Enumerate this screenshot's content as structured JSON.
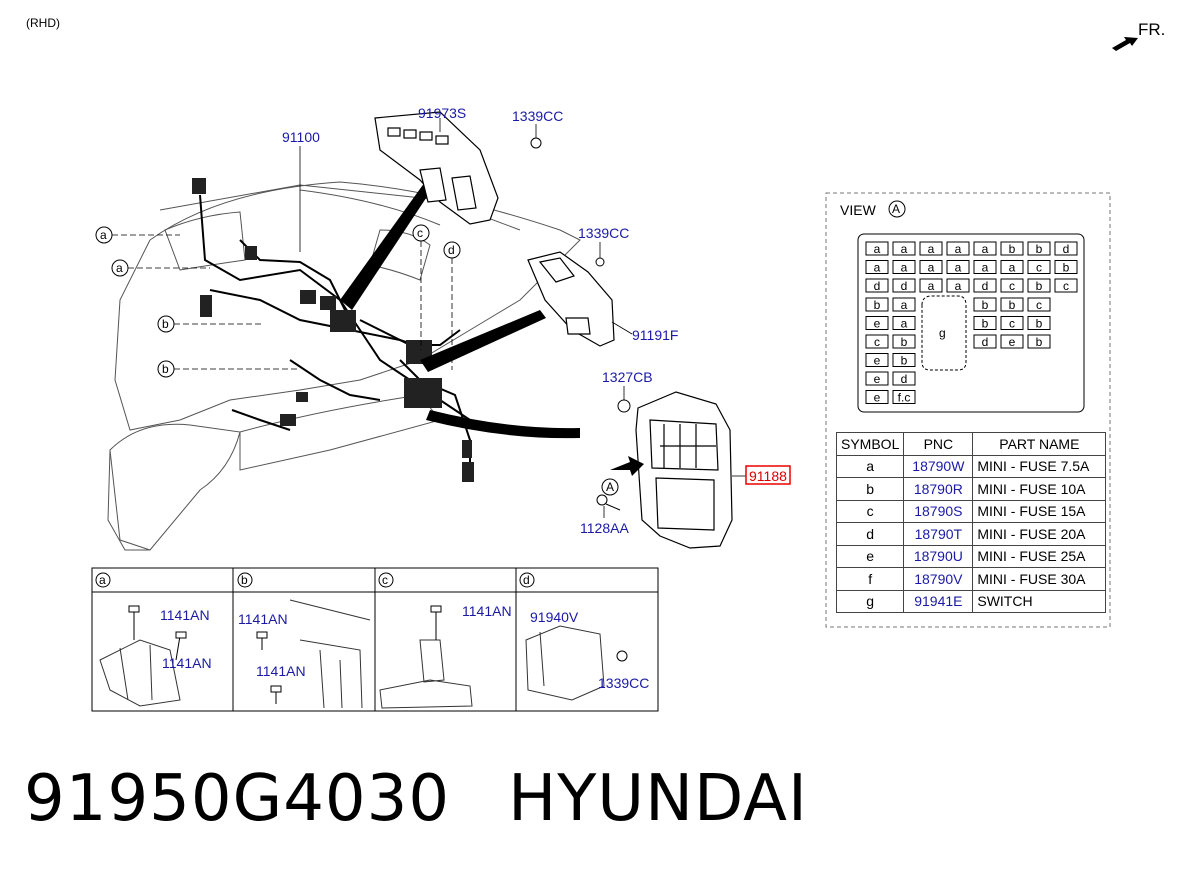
{
  "header": {
    "variant": "(RHD)",
    "direction": "FR."
  },
  "callouts": {
    "harness": "91100",
    "box_upper": "91973S",
    "nut_upper": "1339CC",
    "nut_mid": "1339CC",
    "bracket": "91191F",
    "nut_junction": "1327CB",
    "junction_box": "91188",
    "bolt_junction": "1128AA",
    "view_marker": "A"
  },
  "circle_letters": [
    "a",
    "a",
    "b",
    "b",
    "c",
    "d"
  ],
  "view": {
    "title": "VIEW",
    "marker": "A",
    "grid_rows": [
      [
        "a",
        "a",
        "a",
        "a",
        "a",
        "b",
        "b",
        "d"
      ],
      [
        "a",
        "a",
        "a",
        "a",
        "a",
        "a",
        "c",
        "b"
      ],
      [
        "d",
        "d",
        "a",
        "a",
        "d",
        "c",
        "b",
        "c"
      ]
    ],
    "left_col": [
      [
        "b",
        "a"
      ],
      [
        "e",
        "a"
      ],
      [
        "c",
        "b"
      ],
      [
        "e",
        "b"
      ],
      [
        "e",
        "d"
      ],
      [
        "e",
        "f.c"
      ]
    ],
    "right_block": [
      [
        "b",
        "b",
        "c"
      ],
      [
        "b",
        "c",
        "b"
      ],
      [
        "d",
        "e",
        "b"
      ]
    ],
    "center": "g"
  },
  "fuse_table": {
    "headers": [
      "SYMBOL",
      "PNC",
      "PART NAME"
    ],
    "rows": [
      {
        "symbol": "a",
        "pnc": "18790W",
        "name": "MINI - FUSE 7.5A"
      },
      {
        "symbol": "b",
        "pnc": "18790R",
        "name": "MINI - FUSE 10A"
      },
      {
        "symbol": "c",
        "pnc": "18790S",
        "name": "MINI - FUSE 15A"
      },
      {
        "symbol": "d",
        "pnc": "18790T",
        "name": "MINI - FUSE 20A"
      },
      {
        "symbol": "e",
        "pnc": "18790U",
        "name": "MINI - FUSE 25A"
      },
      {
        "symbol": "f",
        "pnc": "18790V",
        "name": "MINI - FUSE 30A"
      },
      {
        "symbol": "g",
        "pnc": "91941E",
        "name": "SWITCH"
      }
    ]
  },
  "detail_panels": [
    {
      "letter": "a",
      "labels": [
        "1141AN",
        "1141AN"
      ]
    },
    {
      "letter": "b",
      "labels": [
        "1141AN",
        "1141AN"
      ]
    },
    {
      "letter": "c",
      "labels": [
        "1141AN"
      ]
    },
    {
      "letter": "d",
      "labels": [
        "91940V",
        "1339CC"
      ]
    }
  ],
  "footer": {
    "part_number": "91950G4030",
    "brand": "HYUNDAI"
  }
}
